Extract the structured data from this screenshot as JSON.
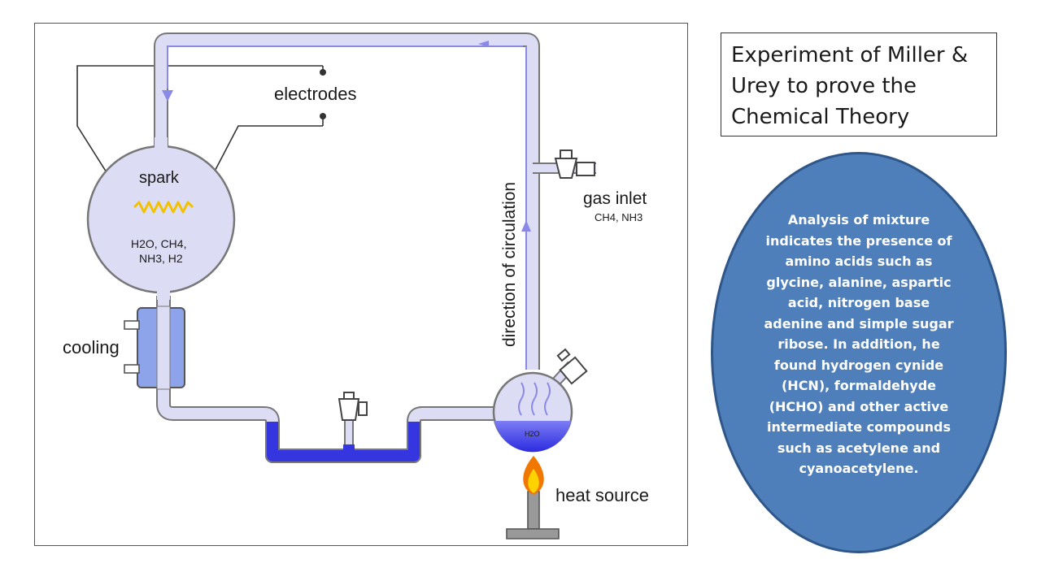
{
  "slide": {
    "title": "Experiment of Miller & Urey to prove the Chemical Theory",
    "info_text": "Analysis of mixture indicates the presence of amino acids such as glycine, alanine, aspartic acid, nitrogen base adenine and simple sugar ribose. In addition, he found hydrogen cynide (HCN), formaldehyde (HCHO) and other active intermediate compounds such as acetylene and cyanoacetylene.",
    "info_color": "#4f7fba"
  },
  "diagram": {
    "labels": {
      "electrodes": "electrodes",
      "spark": "spark",
      "flask_gases_line1": "H2O, CH4,",
      "flask_gases_line2": "NH3, H2",
      "cooling": "cooling",
      "direction": "direction of circulation",
      "gas_inlet": "gas inlet",
      "gas_inlet_gases": "CH4, NH3",
      "water": "H2O",
      "heat_source": "heat source"
    },
    "colors": {
      "tube_fill": "#dcdcf4",
      "tube_outline": "#777777",
      "water": "#3636e0",
      "arrow": "#8a8ae6",
      "spark": "#f2c200",
      "flame_outer": "#f07800",
      "flame_inner": "#ffd200"
    },
    "icons": [
      "spark-icon",
      "flame-icon",
      "burner-icon",
      "stopcock-icon",
      "arrow-icon"
    ]
  }
}
